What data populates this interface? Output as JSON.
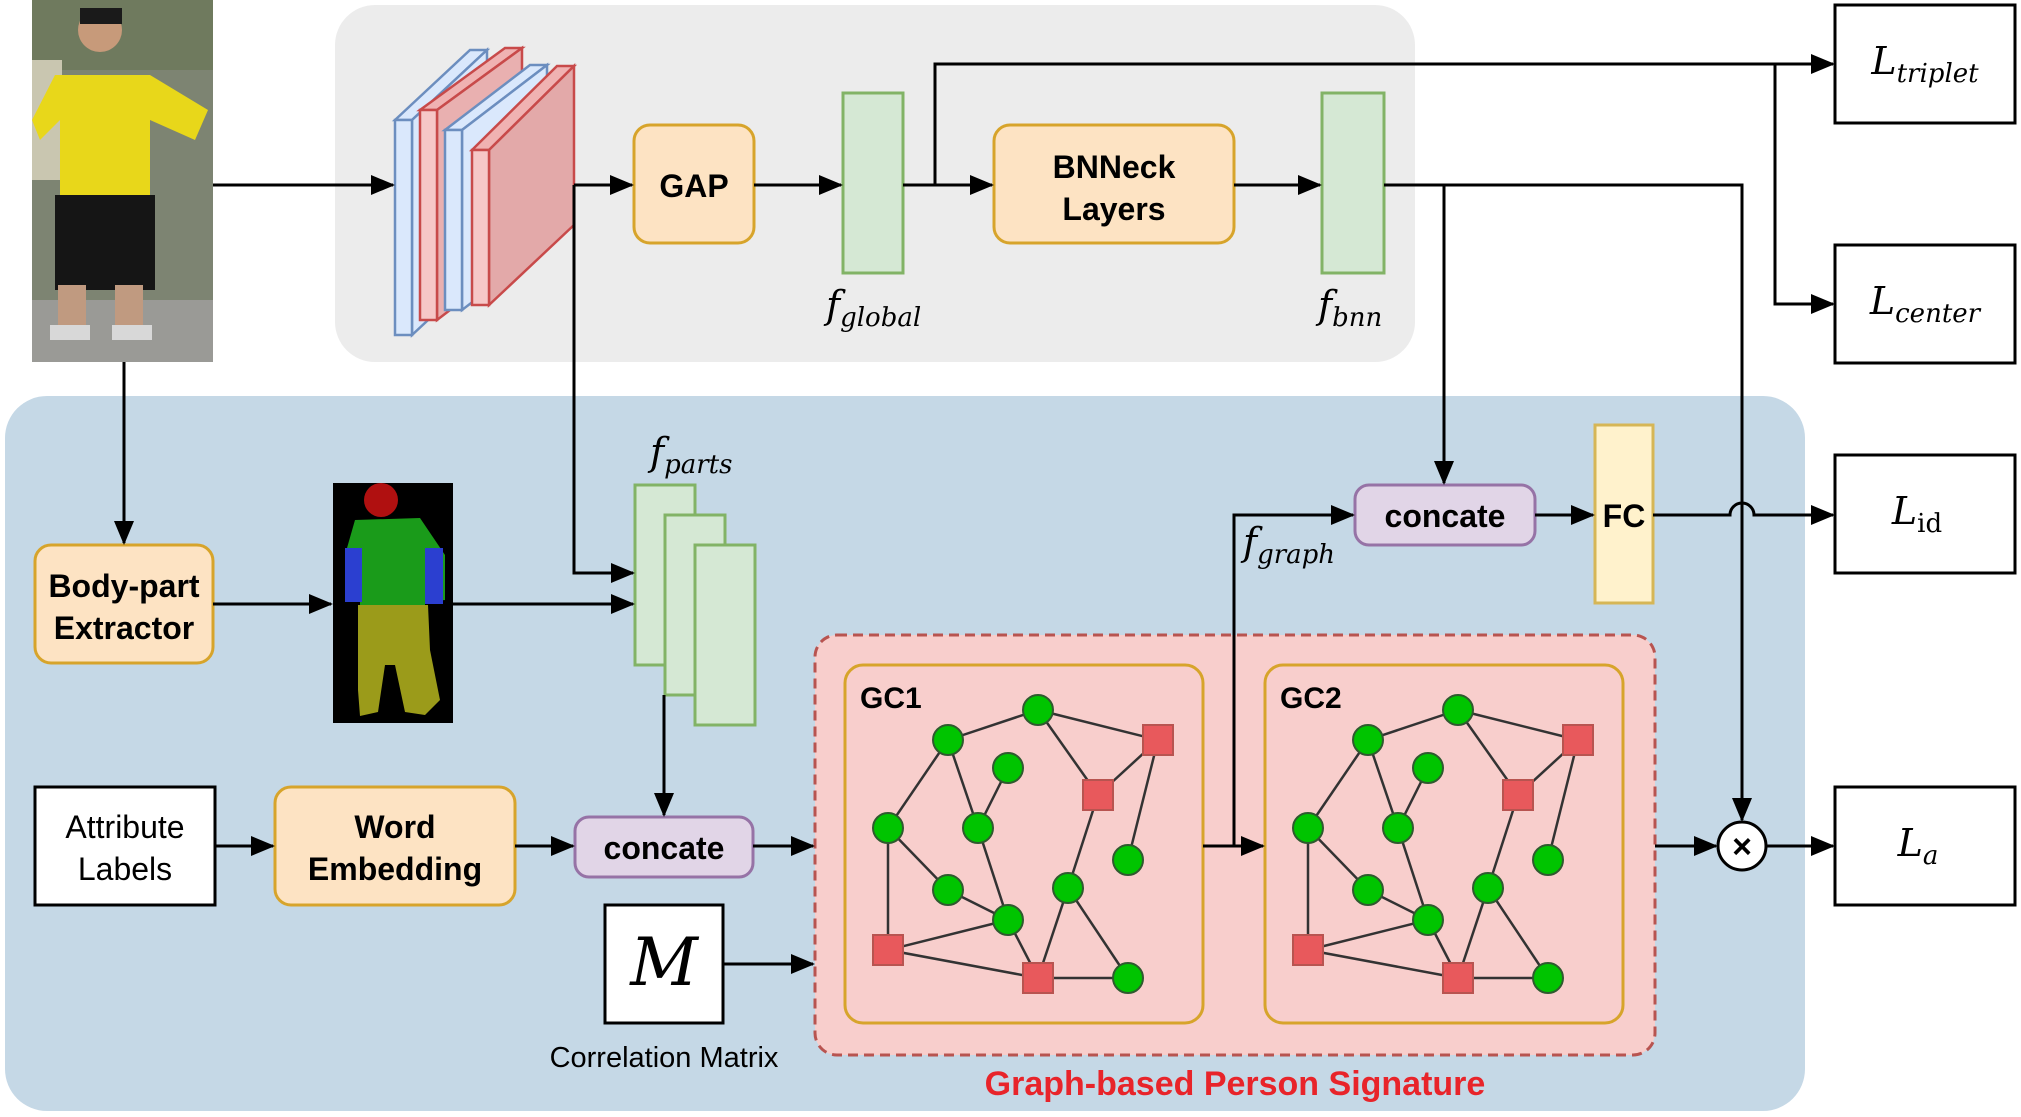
{
  "labels": {
    "gap": "GAP",
    "bnneck_line1": "BNNeck",
    "bnneck_line2": "Layers",
    "body_part_line1": "Body-part",
    "body_part_line2": "Extractor",
    "attribute_line1": "Attribute",
    "attribute_line2": "Labels",
    "word_line1": "Word",
    "word_line2": "Embedding",
    "concate_lower": "concate",
    "concate_upper": "concate",
    "fc": "FC",
    "gc1": "GC1",
    "gc2": "GC2",
    "matrix_symbol": "M",
    "correlation_matrix": "Correlation Matrix",
    "graph_signature": "Graph-based Person Signature",
    "multiply_symbol": "×"
  },
  "features": {
    "f_global": {
      "base": "f",
      "sub": "global"
    },
    "f_bnn": {
      "base": "f",
      "sub": "bnn"
    },
    "f_parts": {
      "base": "f",
      "sub": "parts"
    },
    "f_graph": {
      "base": "f",
      "sub": "graph"
    }
  },
  "losses": {
    "triplet": {
      "base": "L",
      "sub": "triplet"
    },
    "center": {
      "base": "L",
      "sub": "center"
    },
    "id": {
      "base": "L",
      "sub": "id"
    },
    "a": {
      "base": "L",
      "sub": "a"
    }
  },
  "colors": {
    "backbone_panel": "#ececec",
    "graph_panel": "#c5d8e6",
    "orange_fill": "#fde3c3",
    "orange_stroke": "#d7a42b",
    "green_fill": "#d5e8d4",
    "green_stroke": "#82b366",
    "purple_fill": "#e1d5e7",
    "purple_stroke": "#9673a6",
    "fc_fill": "#fff2cc",
    "fc_stroke": "#d6b656",
    "signature_fill": "#f8cecc",
    "signature_border": "#b85450",
    "signature_text": "#e8242a",
    "node_green": "#00c400",
    "node_red": "#e8595c"
  }
}
